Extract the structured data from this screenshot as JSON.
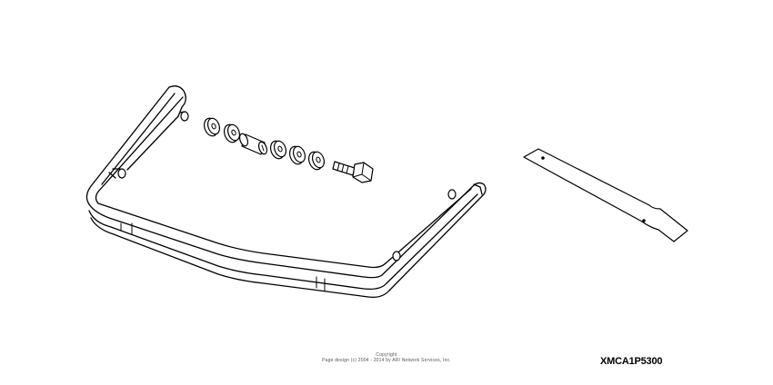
{
  "diagram": {
    "type": "exploded-parts-illustration",
    "parts": [
      {
        "id": "frame",
        "label": "U-shaped tubular frame / bumper bar"
      },
      {
        "id": "washer-1",
        "label": "washer"
      },
      {
        "id": "washer-2",
        "label": "washer"
      },
      {
        "id": "spacer",
        "label": "cylindrical spacer"
      },
      {
        "id": "washer-3",
        "label": "washer"
      },
      {
        "id": "washer-4",
        "label": "washer"
      },
      {
        "id": "washer-5",
        "label": "washer"
      },
      {
        "id": "bolt",
        "label": "hex bolt"
      },
      {
        "id": "bracket",
        "label": "flat strap bracket with two holes"
      }
    ]
  },
  "footer": {
    "copyright_line1": "Copyright",
    "copyright_line2": "Page design (c) 2004 - 2014 by ARI Network Services, Inc.",
    "part_number": "XMCA1P5300"
  }
}
